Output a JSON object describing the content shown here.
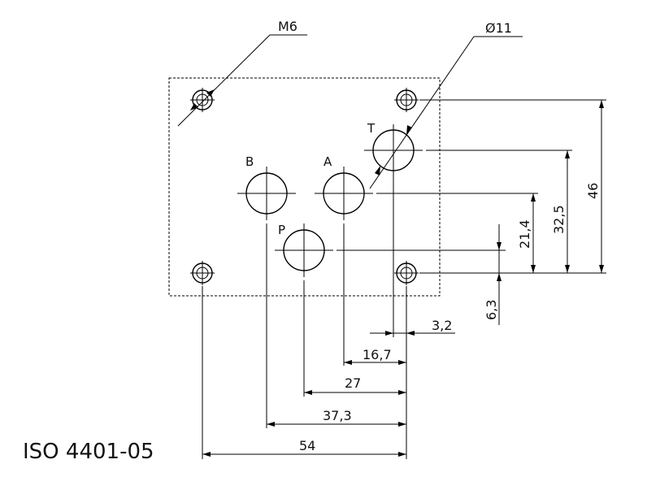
{
  "standard": "ISO 4401-05",
  "callouts": {
    "thread": "M6",
    "port_diameter": "Ø11"
  },
  "ports": {
    "t": "T",
    "a": "A",
    "b": "B",
    "p": "P"
  },
  "dimensions": {
    "height_46": "46",
    "height_32_5": "32,5",
    "height_21_4": "21,4",
    "height_6_3": "6,3",
    "width_3_2": "3,2",
    "width_16_7": "16,7",
    "width_27": "27",
    "width_37_3": "37,3",
    "width_54": "54"
  }
}
